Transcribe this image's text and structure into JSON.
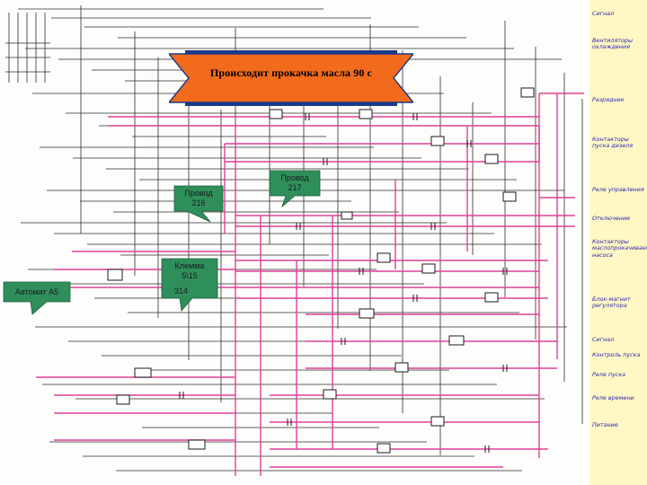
{
  "banner": {
    "text": "Происходит прокачка масла 90 с"
  },
  "callouts": {
    "wire_216": "Провод 216",
    "wire_217": "Провод 217",
    "terminal": "Клемма 5\\15",
    "terminal_number": "314",
    "breaker": "Автомат А5"
  },
  "legend": [
    "Сигнал",
    "Вентиляторы охлаждения",
    "Разрядник",
    "Контакторы пуска дизеля",
    "Реле управления",
    "Отключение",
    "Контакторы маслопрокачивающего насоса",
    "Блок-магнит регулятора",
    "Сигнал",
    "Контроль пуска",
    "Реле пуска",
    "Реле времени",
    "Питание"
  ],
  "colors": {
    "wire_pink": "#e0409a",
    "wire_black": "#2a2a2a",
    "banner_fill": "#f26a1b",
    "callout_fill": "#2f8f5b",
    "legend_bg": "#fff8c4"
  }
}
